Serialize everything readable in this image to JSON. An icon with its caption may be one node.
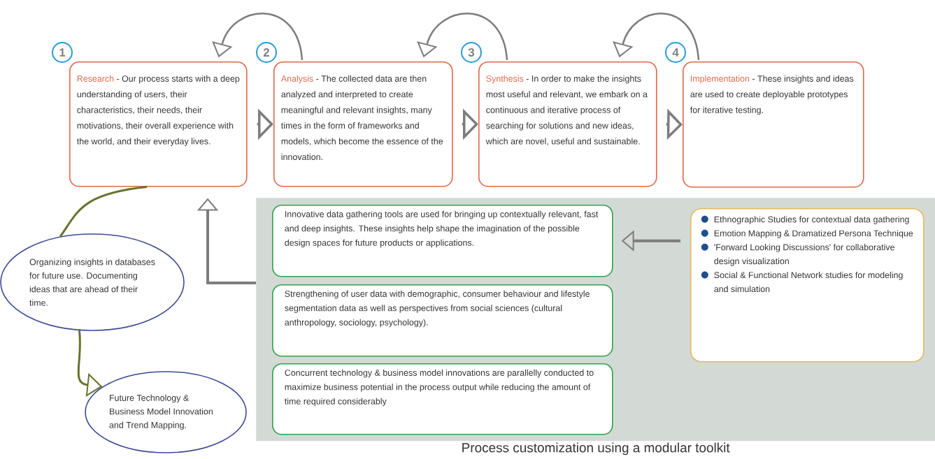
{
  "diagram": {
    "nodes": [
      {
        "text": [
          "Research",
          "- Our process starts with a deep understanding of users, their characteristics, their needs, their motivations, their overall experience with the world, and their everyday lives."
        ],
        "beside": [
          "1"
        ]
      },
      {
        "text": [
          "Analysis",
          "- The collected data are then analyzed and interpreted to create meaningful and relevant insights, many times in the form of frameworks and models, which become the essence of the innovation."
        ],
        "beside": [
          "2"
        ]
      },
      {
        "text": [
          "Synthesis",
          "- In order to make the insights most useful and relevant, we embark on a continuous and iterative process of searching for solutions and new ideas, which are novel, useful and sustainable."
        ],
        "beside": [
          "3"
        ]
      },
      {
        "text": [
          "Implementation",
          "- These insights and ideas are used to create deployable prototypes for iterative testing."
        ],
        "beside": [
          "4"
        ]
      },
      {
        "text": [
          "Process customization using a modular toolkit"
        ]
      },
      {
        "text": [
          "Innovative data gathering tools are used for bringing up contextually relevant, fast and deep insights. These insights help shape the imagination of the possible design spaces for future products or applications."
        ],
        "in": 4
      },
      {
        "text": [
          "Strengthening of user data with demographic, consumer behaviour and lifestyle segmentation data as well as perspectives from social sciences (cultural anthropology, sociology, psychology)."
        ],
        "in": 4
      },
      {
        "text": [
          "Concurrent technology & business model innovations are parallelly conducted to maximize business potential in the process output while reducing the amount of time required considerably"
        ],
        "in": 4
      },
      {
        "text": [
          "Ethnographic Studies for contextual data gathering",
          "Emotion Mapping & Dramatized Persona Technique",
          "'Forward Looking Discussions' for collaborative design visualization",
          "Social & Functional Network studies for modeling and simulation"
        ],
        "in": 4
      },
      {
        "text": [
          "Organizing insights in databases for future use. Documenting ideas that are ahead of their time."
        ]
      },
      {
        "text": [
          "Future Technology & Business Model Innovation and Trend Mapping."
        ]
      }
    ],
    "edges": [
      {
        "from": 0,
        "to": 1,
        "arrow": "to"
      },
      {
        "from": 1,
        "to": 2,
        "arrow": "to"
      },
      {
        "from": 2,
        "to": 3,
        "arrow": "to"
      },
      {
        "from": 1,
        "to": 0,
        "arrow": "to"
      },
      {
        "from": 2,
        "to": 1,
        "arrow": "to"
      },
      {
        "from": 3,
        "to": 2,
        "arrow": "to"
      },
      {
        "from": 8,
        "to": 5,
        "arrow": "to"
      },
      {
        "from": 4,
        "to": 0,
        "arrow": "to"
      },
      {
        "from": 0,
        "to": 9,
        "arrow": "none",
        "color": "#66732f"
      },
      {
        "from": 9,
        "to": 10,
        "arrow": "to",
        "color": "#66732f"
      }
    ]
  }
}
